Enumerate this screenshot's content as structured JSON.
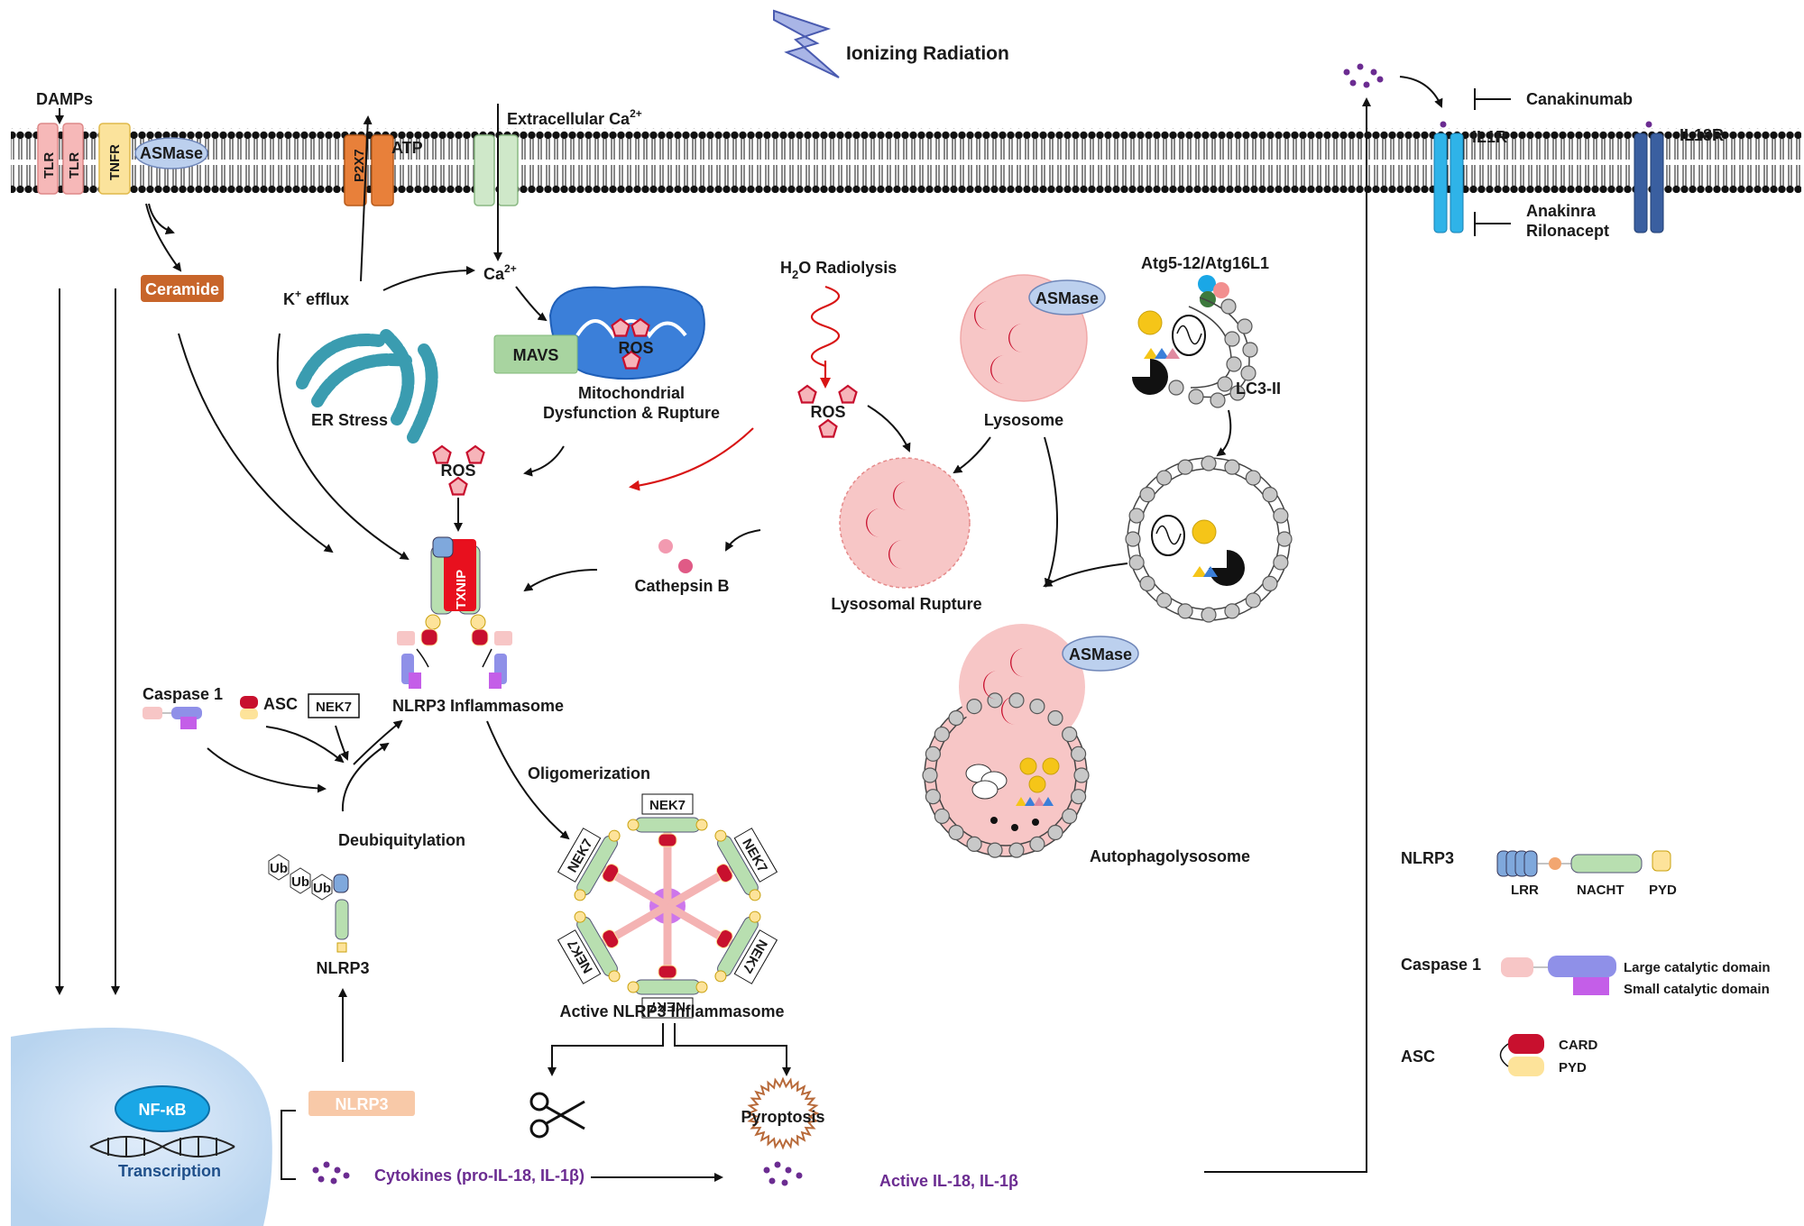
{
  "labels": {
    "ionizing_radiation": "Ionizing Radiation",
    "damps": "DAMPs",
    "tlr": "TLR",
    "tnfr": "TNFR",
    "asmase": "ASMase",
    "p2x7": "P2X7",
    "atp": "ATP",
    "extracellular_ca_main": "Extracellular Ca",
    "ca_sup": "2+",
    "ca_main": "Ca",
    "ceramide": "Ceramide",
    "k_main": "K",
    "k_sup": "+",
    "k_tail": " efflux",
    "er_stress": "ER  Stress",
    "mavs": "MAVS",
    "ros": "ROS",
    "mito_line1": "Mitochondrial",
    "mito_line2": "Dysfunction  & Rupture",
    "h2o_h": "H",
    "h2o_sub": "2",
    "h2o_tail": "O Radiolysis",
    "lysosome": "Lysosome",
    "atg": "Atg5-12/Atg16L1",
    "lc3": "LC3-II",
    "cathepsin_b": "Cathepsin  B",
    "lysosomal_rupture": "Lysosomal  Rupture",
    "txnip": "TXNIP",
    "nlrp3_inflammasome": "NLRP3  Inflammasome",
    "caspase1": "Caspase  1",
    "asc": "ASC",
    "nek7": "NEK7",
    "oligomerization": "Oligomerization",
    "deubiquitylation": "Deubiquitylation",
    "ub": "Ub",
    "nlrp3": "NLRP3",
    "active_inflammasome": "Active NLRP3  Inflammasome",
    "autophagolysosome": "Autophagolysosome",
    "nfkb": "NF-κB",
    "transcription": "Transcription",
    "nlrp3_box": "NLRP3",
    "pyroptosis": "Pyroptosis",
    "cytokines": "Cytokines  (pro-IL-18,  IL-1β)",
    "active_il": "Active IL-18,  IL-1β",
    "canakinumab": "Canakinumab",
    "il1r": "IL1R",
    "il18r": "IL18R",
    "anakinra": "Anakinra",
    "rilonacept": "Rilonacept"
  },
  "legend": {
    "nlrp3": {
      "title": "NLRP3",
      "lrr": "LRR",
      "nacht": "NACHT",
      "pyd": "PYD"
    },
    "caspase1": {
      "title": "Caspase  1",
      "large": "Large catalytic domain",
      "small": "Small catalytic domain"
    },
    "asc": {
      "title": "ASC",
      "card": "CARD",
      "pyd": "PYD"
    }
  },
  "colors": {
    "membrane": "#1a1a1a",
    "lysosome": "#f7c6c6",
    "crescent": "#c8102e",
    "ros": "#e8606a",
    "mito": "#3b7fd9",
    "er": "#3a9cb0",
    "nfkb": "#1aa7e6",
    "nucleus": "#cfe3f5",
    "cytokine": "#6b2c91",
    "il1r": "#2fb3e8",
    "il18r": "#3a5fa0",
    "red_arrow": "#d81414"
  }
}
